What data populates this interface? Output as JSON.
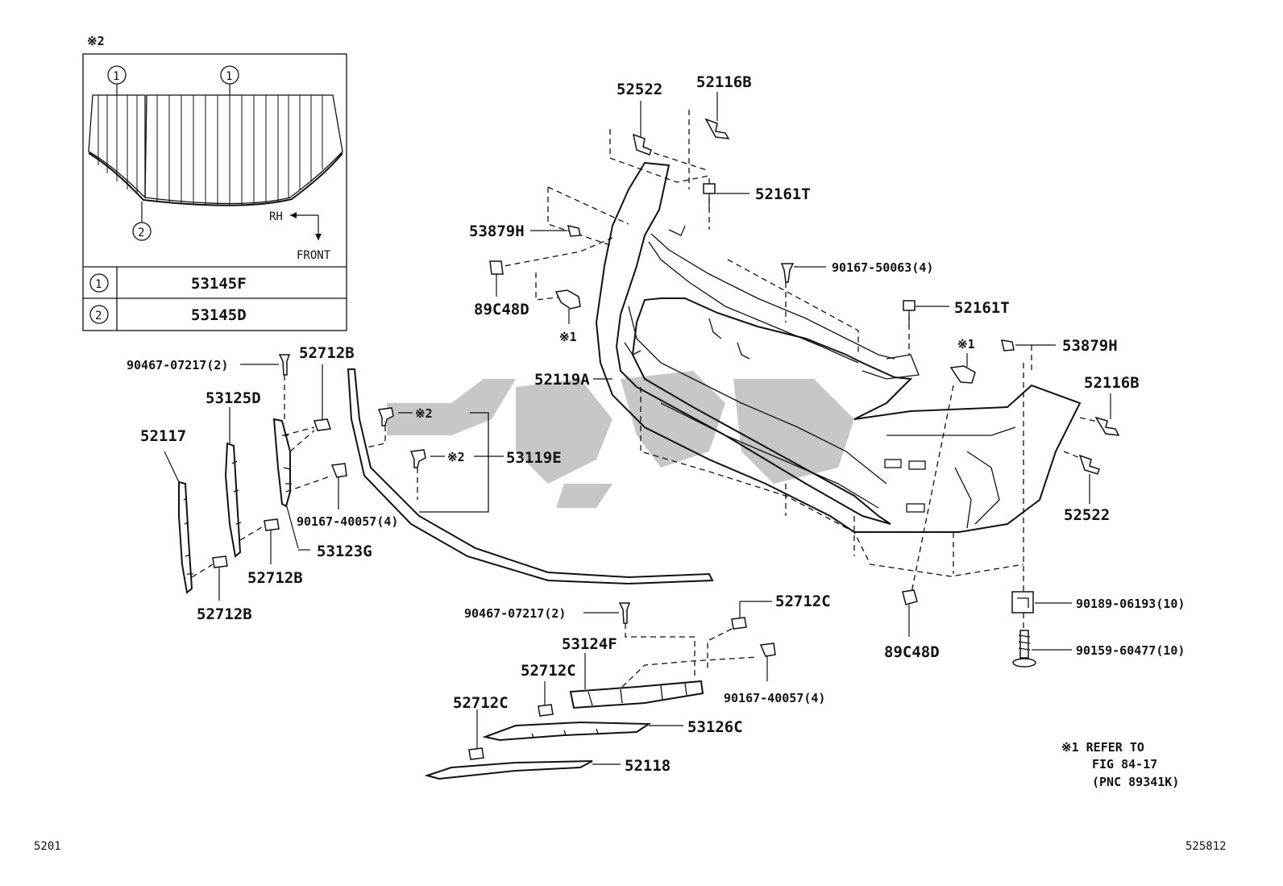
{
  "inset": {
    "note_mark": "※2",
    "circle_1": "1",
    "circle_2": "2",
    "rh_label": "RH",
    "front_label": "FRONT",
    "table": [
      {
        "key": "1",
        "part": "53145F"
      },
      {
        "key": "2",
        "part": "53145D"
      }
    ]
  },
  "parts": {
    "p52522_top": "52522",
    "p52116B_top": "52116B",
    "p52161T_top": "52161T",
    "p53879H_left": "53879H",
    "p89C48D_left": "89C48D",
    "ref1_left": "※1",
    "p90167_50063": "90167-50063(4)",
    "p52161T_mid": "52161T",
    "ref1_right": "※1",
    "p53879H_right": "53879H",
    "p52116B_right": "52116B",
    "p52522_right": "52522",
    "p52119A": "52119A",
    "p90467_07217_a": "90467-07217(2)",
    "p52712B_top": "52712B",
    "p53125D": "53125D",
    "p52117": "52117",
    "ref2_a": "※2",
    "ref2_b": "※2",
    "p53119E": "53119E",
    "p90167_40057_a": "90167-40057(4)",
    "p53123G": "53123G",
    "p52712B_mid": "52712B",
    "p52712B_bot": "52712B",
    "p90467_07217_b": "90467-07217(2)",
    "p52712C_a": "52712C",
    "p53124F": "53124F",
    "p52712C_b": "52712C",
    "p90167_40057_b": "90167-40057(4)",
    "p52712C_c": "52712C",
    "p53126C": "53126C",
    "p52118": "52118",
    "p89C48D_bot": "89C48D",
    "p90189_06193": "90189-06193(10)",
    "p90159_60477": "90159-60477(10)"
  },
  "footnote": {
    "line1": "※1 REFER TO",
    "line2": "FIG 84-17",
    "line3": "(PNC 89341K)"
  },
  "footer": {
    "left_code": "5201",
    "right_code": "525812"
  }
}
